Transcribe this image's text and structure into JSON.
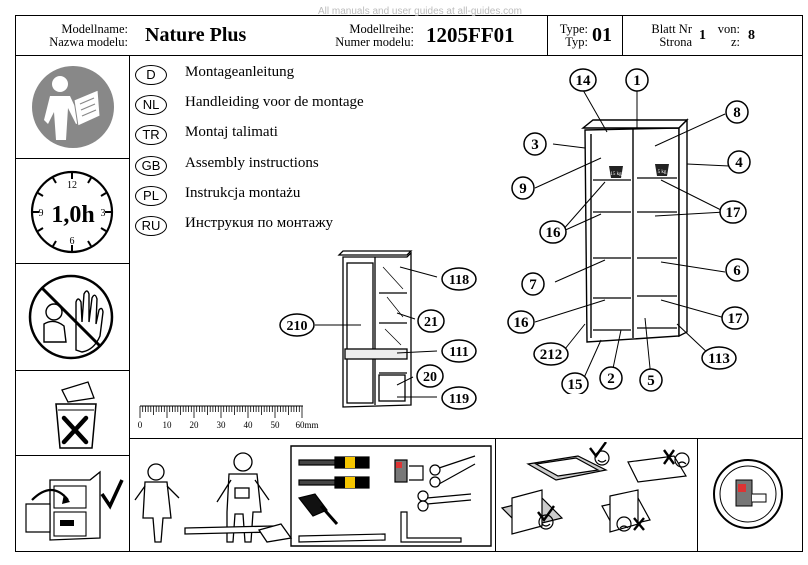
{
  "header": {
    "model_name_label": [
      "Modellname:",
      "Nazwa modelu:"
    ],
    "model_name": "Nature Plus",
    "series_label": [
      "Modellreihe:",
      "Numer modelu:"
    ],
    "series": "1205FF01",
    "type_label": [
      "Type:",
      "Typ:"
    ],
    "type": "01",
    "sheet_label": [
      "Blatt Nr",
      "Strona"
    ],
    "sheet": "1",
    "of_label": [
      "von:",
      "z:"
    ],
    "of": "8",
    "watermark": "All manuals and user guides at all-guides.com"
  },
  "languages": [
    {
      "code": "D",
      "text": "Montageanleitung"
    },
    {
      "code": "NL",
      "text": "Handleiding voor de montage"
    },
    {
      "code": "TR",
      "text": "Montaj  talimati"
    },
    {
      "code": "GB",
      "text": "Assembly instructions"
    },
    {
      "code": "PL",
      "text": "Instrukcja montażu"
    },
    {
      "code": "RU",
      "text": "Инструкuя по монтажу"
    }
  ],
  "clock": {
    "time": "1,0h",
    "numbers": [
      "12",
      "3",
      "6",
      "9"
    ]
  },
  "ruler": {
    "ticks": [
      "0",
      "10",
      "20",
      "30",
      "40",
      "50",
      "60mm"
    ]
  },
  "small_cabinet_parts": [
    "118",
    "210",
    "21",
    "111",
    "20",
    "119"
  ],
  "large_cabinet_parts": [
    "14",
    "1",
    "8",
    "3",
    "4",
    "9",
    "17",
    "16",
    "7",
    "6",
    "16",
    "17",
    "212",
    "113",
    "15",
    "2",
    "5"
  ],
  "weights": [
    "15 kg",
    "5 kg"
  ]
}
